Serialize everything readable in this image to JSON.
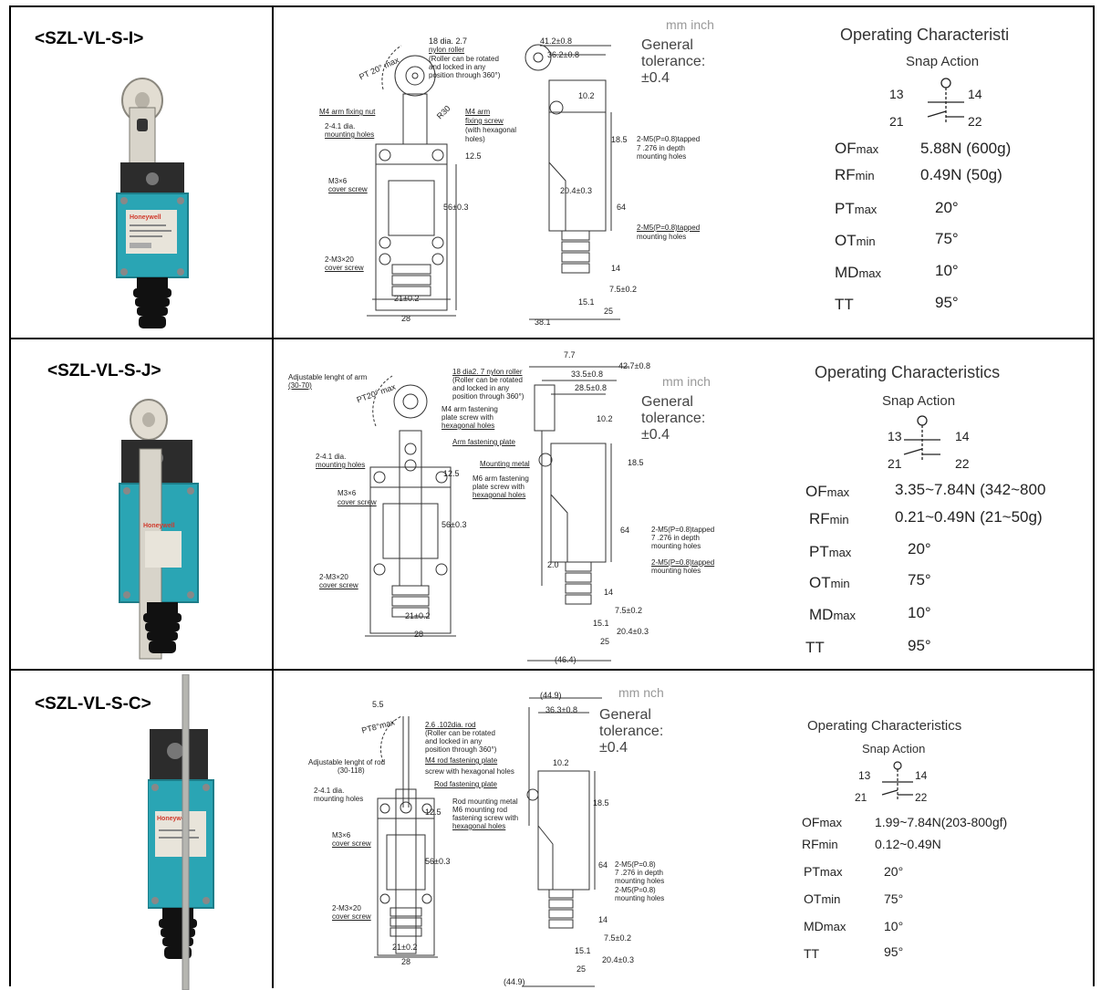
{
  "rows": [
    {
      "model": "<SZL-VL-S-I>",
      "units": "mm inch",
      "tolerance": [
        "General",
        "tolerance:",
        "±0.4"
      ],
      "drawing_labels": {
        "roller": "18 dia. 2.7",
        "roller2": "nylon roller",
        "roller3": "(Roller can be rotated",
        "roller4": "and locked in any",
        "roller5": "position through 360°)",
        "pt": "PT 20° max",
        "nut": "M4 arm fixing nut",
        "holes": "2-4.1 dia.",
        "holes2": "mounting holes",
        "screw": "M4 arm",
        "screw2": "fixing screw",
        "screw3": "(with hexagonal",
        "screw4": "holes)",
        "r30": "R30",
        "d125": "12.5",
        "m3x6": "M3×6",
        "m3x6b": "cover screw",
        "h56": "56±0.3",
        "m3x20": "2-M3×20",
        "m3x20b": "cover screw",
        "w21": "21±0.2",
        "w28": "28",
        "t41": "41.2±0.8",
        "t36": "36.2±0.8",
        "t10": "10.2",
        "t185": "18.5",
        "tap1": "2-M5(P=0.8)tapped",
        "tap1b": "7 .276 in depth",
        "tap1c": "mounting holes",
        "t204": "20.4±0.3",
        "t64": "64",
        "tap2": "2-M5(P=0.8)tapped",
        "tap2b": "mounting holes",
        "t14": "14",
        "t75": "7.5±0.2",
        "t151": "15.1",
        "t25": "25",
        "t381": "38.1"
      },
      "oc_title": "Operating Characteristi",
      "snap": "Snap Action",
      "terminals": [
        "13",
        "14",
        "21",
        "22"
      ],
      "params": [
        {
          "name": "OF",
          "sub": "max",
          "value": "5.88N (600g)"
        },
        {
          "name": "RF",
          "sub": "min",
          "value": "0.49N (50g)"
        },
        {
          "name": "PT",
          "sub": "max",
          "value": "20°"
        },
        {
          "name": "OT",
          "sub": "min",
          "value": "75°"
        },
        {
          "name": "MD",
          "sub": "max",
          "value": "10°"
        },
        {
          "name": "TT",
          "sub": "",
          "value": "95°"
        }
      ]
    },
    {
      "model": "<SZL-VL-S-J>",
      "units": "mm inch",
      "tolerance": [
        "General",
        "tolerance:",
        "±0.4"
      ],
      "drawing_labels": {
        "arm": "Adjustable lenght of arm",
        "arm2": "(30-70)",
        "pt": "PT20° max",
        "roller": "18 dia2. 7 nylon roller",
        "roller2": "(Roller can be rotated",
        "roller3": "and locked in any",
        "roller4": "position through 360°)",
        "m4": "M4 arm fastening",
        "m4b": "plate screw with",
        "m4c": "hexagonal holes",
        "plate": "Arm fastening plate",
        "holes": "2-4.1 dia.",
        "holes2": "mounting holes",
        "metal": "Mounting metal",
        "m6": "M6 arm fastening",
        "m6b": "plate screw with",
        "m6c": "hexagonal holes",
        "d125": "12.5",
        "m3x6": "M3×6",
        "m3x6b": "cover screw",
        "h56": "56±0.3",
        "m3x20": "2-M3×20",
        "m3x20b": "cover screw",
        "w21": "21±0.2",
        "w28": "28",
        "t77": "7.7",
        "t427": "42.7±0.8",
        "t335": "33.5±0.8",
        "t285": "28.5±0.8",
        "t10": "10.2",
        "t185": "18.5",
        "t64": "64",
        "tap1": "2-M5(P=0.8)tapped",
        "tap1b": "7 .276 in depth",
        "tap1c": "mounting holes",
        "tap2": "2-M5(P=0.8)tapped",
        "tap2b": "mounting holes",
        "t20": "2.0",
        "t14": "14",
        "t75": "7.5±0.2",
        "t151": "15.1",
        "t204": "20.4±0.3",
        "t25": "25",
        "t464": "(46.4)"
      },
      "oc_title": "Operating Characteristics",
      "snap": "Snap Action",
      "terminals": [
        "13",
        "14",
        "21",
        "22"
      ],
      "params": [
        {
          "name": "OF",
          "sub": "max",
          "value": "3.35~7.84N (342~800"
        },
        {
          "name": "RF",
          "sub": "min",
          "value": "0.21~0.49N (21~50g)"
        },
        {
          "name": "PT",
          "sub": "max",
          "value": "20°"
        },
        {
          "name": "OT",
          "sub": "min",
          "value": "75°"
        },
        {
          "name": "MD",
          "sub": "max",
          "value": "10°"
        },
        {
          "name": "TT",
          "sub": "",
          "value": "95°"
        }
      ]
    },
    {
      "model": "<SZL-VL-S-C>",
      "units": "mm nch",
      "tolerance": [
        "General",
        "tolerance:",
        "±0.4"
      ],
      "drawing_labels": {
        "t55": "5.5",
        "pt": "PT8°max",
        "rod": "2.6 .102dia. rod",
        "rod2": "(Roller can be rotated",
        "rod3": "and locked in any",
        "rod4": "position through 360°)",
        "arm": "Adjustable lenght of rod",
        "arm2": "(30-118)",
        "m4": "M4 rod fastening plate",
        "m4b": "screw with hexagonal holes",
        "plate": "Rod fastening plate",
        "holes": "2-4.1 dia.",
        "holes2": "mounting holes",
        "metal": "Rod mounting metal",
        "m6": "M6 mounting rod",
        "m6b": "fastening screw with",
        "m6c": "hexagonal holes",
        "d125": "12.5",
        "m3x6": "M3×6",
        "m3x6b": "cover screw",
        "h56": "56±0.3",
        "m3x20": "2-M3×20",
        "m3x20b": "cover screw",
        "w21": "21±0.2",
        "w28": "28",
        "t449": "(44.9)",
        "t363": "36.3±0.8",
        "t10": "10.2",
        "t185": "18.5",
        "t64": "64",
        "tap1": "2-M5(P=0.8)",
        "tap1b": "7 .276 in depth",
        "tap1c": "mounting holes",
        "tap2": "2-M5(P=0.8)",
        "tap2b": "mounting holes",
        "t14": "14",
        "t75": "7.5±0.2",
        "t151": "15.1",
        "t204": "20.4±0.3",
        "t25": "25",
        "t449b": "(44.9)"
      },
      "oc_title": "Operating Characteristics",
      "snap": "Snap Action",
      "terminals": [
        "13",
        "14",
        "21",
        "22"
      ],
      "params": [
        {
          "name": "OF",
          "sub": "max",
          "value": "1.99~7.84N(203-800gf)"
        },
        {
          "name": "RF",
          "sub": "min",
          "value": "0.12~0.49N"
        },
        {
          "name": "PT",
          "sub": "max",
          "value": "20°"
        },
        {
          "name": "OT",
          "sub": "min",
          "value": "75°"
        },
        {
          "name": "MD",
          "sub": "max",
          "value": "10°"
        },
        {
          "name": "TT",
          "sub": "",
          "value": "95°"
        }
      ]
    }
  ],
  "colors": {
    "body": "#2aa5b4",
    "body_dark": "#1d7d89",
    "head": "#2c2c2c",
    "boot": "#111111",
    "metal": "#c9c6bd",
    "label": "#e8e4da",
    "brand_red": "#d03a2c"
  }
}
